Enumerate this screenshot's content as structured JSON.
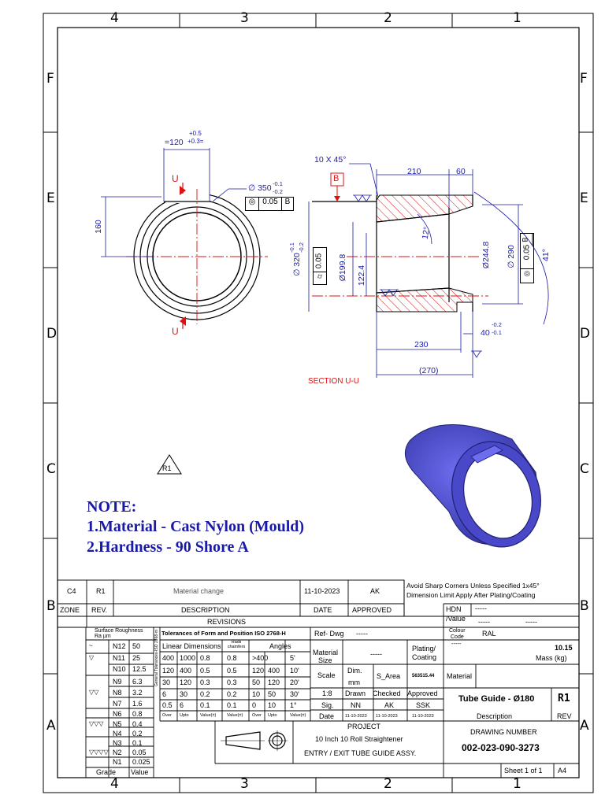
{
  "zones": {
    "columns": [
      "4",
      "3",
      "2",
      "1"
    ],
    "rows": [
      "F",
      "E",
      "D",
      "C",
      "B",
      "A"
    ]
  },
  "section": {
    "dims": {
      "d120": "=120",
      "tol_120_up": "+0.5",
      "tol_120_low": "+0.3=",
      "d160": "160",
      "d350": "∅ 350",
      "tol_350": "-0.1",
      "tol_350b": "-0.2",
      "fcf_350": "0.05",
      "fcf_350_ref": "B",
      "chamfer": "10 X 45°",
      "d210": "210",
      "d60": "60",
      "d12": "12°",
      "d41": "41°",
      "d320": "∅ 320",
      "tol_320a": "-0.1",
      "tol_320b": "-0.2",
      "fcf_320": "0.05",
      "d1998": "Ø199.8",
      "d1224": "122.4",
      "d2448": "Ø244.8",
      "d290": "∅ 290",
      "fcf_290": "0.05",
      "fcf_290_ref": "B",
      "d230": "230",
      "d40": "40",
      "tol_40a": "-0.2",
      "tol_40b": "-0.1",
      "d270": "(270)"
    },
    "label_u_top": "U",
    "label_u_bottom": "U",
    "datum_b": "B",
    "title": "SECTION U-U"
  },
  "revision_marker": "R1",
  "note": {
    "heading": "NOTE:",
    "line1": "1.Material - Cast Nylon (Mould)",
    "line2": "2.Hardness - 90 Shore A"
  },
  "corner_note": {
    "line1": "Avoid Sharp Corners Unless Specified 1x45°",
    "line2": "Dimension Limit Apply After Plating/Coating"
  },
  "revisions": {
    "row": {
      "zone": "C4",
      "rev": "R1",
      "description": "Material change",
      "date": "11-10-2023",
      "approved": "AK"
    },
    "headers": {
      "zone": "ZONE",
      "rev": "REV.",
      "description": "DESCRIPTION",
      "date": "DATE",
      "approved": "APPROVED"
    },
    "title": "REVISIONS"
  },
  "hdn": {
    "label1": "HDN",
    "label2": "/Value",
    "v1": "-----",
    "v2": "-----",
    "v3": "-----"
  },
  "roughness": {
    "header": "Surface Roughness",
    "header2": "Ra µm",
    "rows": [
      [
        "~",
        "N12",
        "50"
      ],
      [
        "▽",
        "N11",
        "25"
      ],
      [
        "",
        "N10",
        "12.5"
      ],
      [
        "",
        "N9",
        "6.3"
      ],
      [
        "▽▽",
        "N8",
        "3.2"
      ],
      [
        "",
        "N7",
        "1.6"
      ],
      [
        "",
        "N6",
        "0.8"
      ],
      [
        "▽▽▽",
        "N5",
        "0.4"
      ],
      [
        "",
        "N4",
        "0.2"
      ],
      [
        "",
        "N3",
        "0.1"
      ],
      [
        "▽▽▽▽",
        "N2",
        "0.05"
      ],
      [
        "",
        "N1",
        "0.025"
      ]
    ],
    "footer_grade": "Grade",
    "footer_value": "Value",
    "side_label": "General Tolerances-ISO 2768-m"
  },
  "tolerances": {
    "title": "Tolerances of Form and Position ISO 2768-H",
    "linear_header": "Linear Dimensions",
    "radii_header": "Radii chamfers",
    "angles_header": "Angles",
    "rows": [
      [
        "400",
        "1000",
        "0.8",
        "0.8",
        ">400",
        "",
        "5'"
      ],
      [
        "120",
        "400",
        "0.5",
        "0.5",
        "120",
        "400",
        "10'"
      ],
      [
        "30",
        "120",
        "0.3",
        "0.3",
        "50",
        "120",
        "20'"
      ],
      [
        "6",
        "30",
        "0.2",
        "0.2",
        "10",
        "50",
        "30'"
      ],
      [
        "0.5",
        "6",
        "0.1",
        "0.1",
        "0",
        "10",
        "1°"
      ]
    ],
    "footer": [
      "Over",
      "Upto",
      "Value(±)",
      "Value(±)",
      "Over",
      "Upto",
      "Value(±)"
    ]
  },
  "ref_dwg": {
    "label": "Ref- Dwg",
    "value": "-----"
  },
  "colour_code": {
    "label1": "Colour",
    "label2": "Code",
    "value": "RAL",
    "value2": "-----"
  },
  "material_size": {
    "label1": "Material",
    "label2": "Size",
    "value": "-----"
  },
  "plating": {
    "label1": "Plating/",
    "label2": "Coating"
  },
  "mass": {
    "value": "10.15",
    "label": "Mass (kg)"
  },
  "scale": {
    "label": "Scale",
    "dim_label": "Dim.",
    "dim_unit": "mm",
    "s_area_label": "S_Area",
    "s_area_value": "563515.44",
    "material_label": "Material",
    "value": "1:8"
  },
  "sign": {
    "headers": [
      "Drawn",
      "Checked",
      "Approved"
    ],
    "sig_label": "Sig.",
    "sigs": [
      "NN",
      "AK",
      "SSK"
    ],
    "date_label": "Date",
    "dates": [
      "11-10-2023",
      "11-10-2023",
      "11-10-2023"
    ]
  },
  "title_block": {
    "name": "Tube Guide - Ø180",
    "rev": "R1",
    "desc_label": "Description",
    "rev_label": "REV",
    "project_label": "PROJECT",
    "project_line1": "10 Inch 10 Roll Straightener",
    "project_line2": "ENTRY / EXIT TUBE GUIDE ASSY.",
    "drawing_number_label": "DRAWING NUMBER",
    "drawing_number": "002-023-090-3273",
    "sheet": "Sheet 1 of 1",
    "size": "A4"
  },
  "colors": {
    "blue": "#1a1aa8",
    "red": "#e01010",
    "part": "#5b5bd6"
  }
}
